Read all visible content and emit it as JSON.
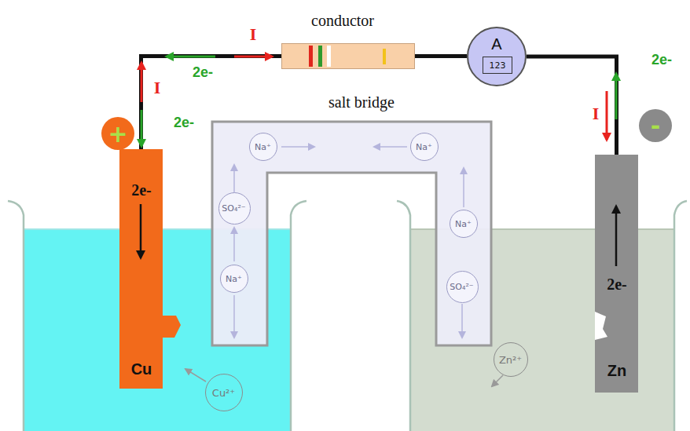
{
  "diagram": {
    "nodes": [
      {
        "text": [
          "conductor"
        ]
      },
      {
        "text": [
          "A"
        ]
      },
      {
        "text": [
          "123"
        ],
        "in": 1
      },
      {
        "text": [
          "+"
        ]
      },
      {
        "text": [
          "salt bridge"
        ]
      },
      {
        "text": [
          "Na⁺"
        ],
        "in": 4
      },
      {
        "text": [
          "Na⁺"
        ],
        "in": 4
      },
      {
        "text": [
          "SO₄²⁻"
        ],
        "in": 4
      },
      {
        "text": [
          "Na⁺"
        ],
        "in": 4
      },
      {
        "text": [
          "Na⁺"
        ],
        "in": 4
      },
      {
        "text": [
          "SO₄²⁻"
        ],
        "in": 4
      },
      {
        "text": [
          "-"
        ]
      },
      {
        "text": [
          "2e-",
          "Cu"
        ]
      },
      {
        "text": [
          "Cu²⁺"
        ]
      },
      {
        "text": [
          "Zn²⁺"
        ]
      },
      {
        "text": [
          "2e-",
          "Zn"
        ]
      }
    ],
    "edges": [
      {
        "from": 12,
        "to": 0,
        "arrow": "none"
      },
      {
        "from": 0,
        "to": 1,
        "arrow": "none"
      },
      {
        "from": 1,
        "to": 15,
        "arrow": "none"
      }
    ],
    "labels": [
      "I",
      "2e-",
      "2e-",
      "I",
      "I",
      "2e-"
    ]
  }
}
